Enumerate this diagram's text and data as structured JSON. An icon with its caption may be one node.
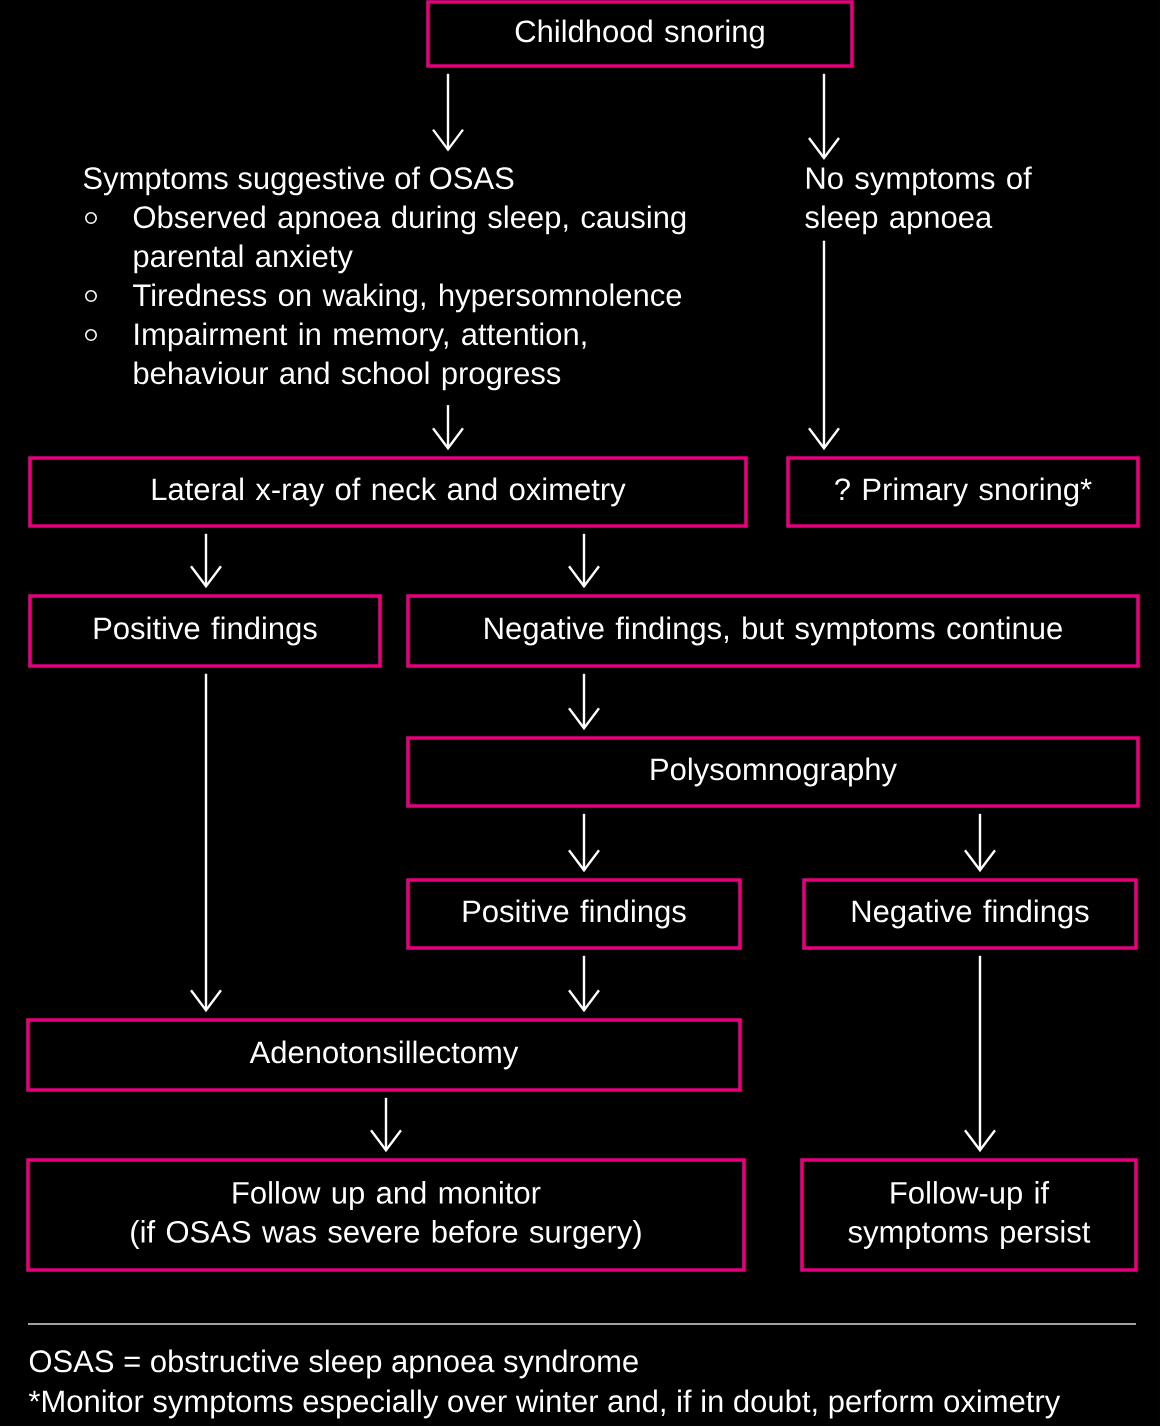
{
  "diagram": {
    "nodes": [
      {
        "text": [
          "Childhood snoring"
        ]
      },
      {
        "text": [
          "Symptoms suggestive of OSAS",
          "Observed apnoea during sleep, causing parental anxiety",
          "Tiredness on waking, hypersomnolence",
          "Impairment in memory, attention, behaviour and school progress"
        ]
      },
      {
        "text": [
          "No symptoms of sleep apnoea"
        ]
      },
      {
        "text": [
          "Lateral x-ray of neck and oximetry"
        ]
      },
      {
        "text": [
          "? Primary snoring*"
        ]
      },
      {
        "text": [
          "Positive findings"
        ]
      },
      {
        "text": [
          "Negative findings, but symptoms continue"
        ]
      },
      {
        "text": [
          "Polysomnography"
        ]
      },
      {
        "text": [
          "Positive findings"
        ]
      },
      {
        "text": [
          "Negative findings"
        ]
      },
      {
        "text": [
          "Adenotonsillectomy"
        ]
      },
      {
        "text": [
          "Follow up and monitor",
          "(if OSAS was severe before surgery)"
        ]
      },
      {
        "text": [
          "Follow-up if symptoms persist"
        ]
      }
    ],
    "edges": [
      {
        "from": 0,
        "to": 1,
        "arrow": "to"
      },
      {
        "from": 0,
        "to": 2,
        "arrow": "to"
      },
      {
        "from": 1,
        "to": 3,
        "arrow": "to"
      },
      {
        "from": 2,
        "to": 4,
        "arrow": "to"
      },
      {
        "from": 3,
        "to": 5,
        "arrow": "to"
      },
      {
        "from": 3,
        "to": 6,
        "arrow": "to"
      },
      {
        "from": 6,
        "to": 7,
        "arrow": "to"
      },
      {
        "from": 7,
        "to": 8,
        "arrow": "to"
      },
      {
        "from": 7,
        "to": 9,
        "arrow": "to"
      },
      {
        "from": 5,
        "to": 10,
        "arrow": "to"
      },
      {
        "from": 8,
        "to": 10,
        "arrow": "to"
      },
      {
        "from": 10,
        "to": 11,
        "arrow": "to"
      },
      {
        "from": 9,
        "to": 12,
        "arrow": "to"
      }
    ],
    "labels": [
      "OSAS = obstructive sleep apnoea syndrome",
      "*Monitor symptoms especially over winter and, if in doubt, perform oximetry"
    ]
  }
}
